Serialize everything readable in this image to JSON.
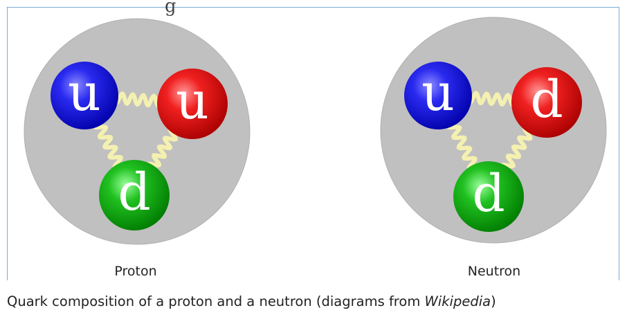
{
  "diagrams": [
    {
      "label": "Proton",
      "quarks": [
        {
          "flavor": "u",
          "color": "blue"
        },
        {
          "flavor": "u",
          "color": "red"
        },
        {
          "flavor": "d",
          "color": "green"
        }
      ]
    },
    {
      "label": "Neutron",
      "quarks": [
        {
          "flavor": "u",
          "color": "blue"
        },
        {
          "flavor": "d",
          "color": "red"
        },
        {
          "flavor": "d",
          "color": "green"
        }
      ]
    }
  ],
  "caption": {
    "prefix": "Quark composition of a proton and a neutron (diagrams from ",
    "source": "Wikipedia",
    "suffix": ")"
  },
  "top_mark": "g",
  "colors": {
    "nucleon": "#c0c0c0",
    "blue": "#1010e0",
    "red": "#e01010",
    "green": "#10a010",
    "gluon": "#f4f0b0",
    "frame": "#7aa8d4"
  }
}
